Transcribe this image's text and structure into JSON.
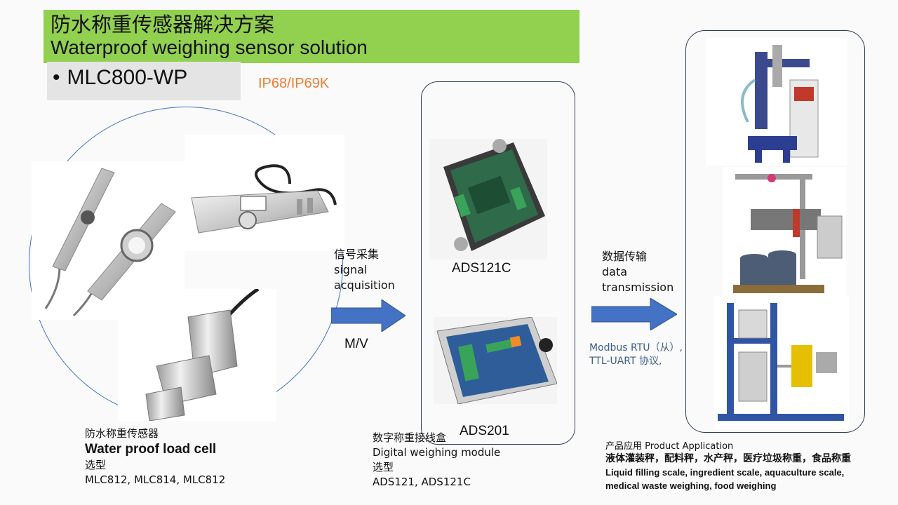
{
  "title": {
    "cn": "防水称重传感器解决方案",
    "en": "Waterproof weighing sensor solution"
  },
  "model": {
    "bullet": "•",
    "name": "MLC800-WP"
  },
  "ip_rating": "IP68/IP69K",
  "sensor_caption": {
    "cn": "防水称重传感器",
    "en": "Water proof load cell",
    "select_label": "选型",
    "models": "MLC812, MLC814, MLC812"
  },
  "signal": {
    "cn": "信号采集",
    "en1": "signal",
    "en2": "acquisition",
    "unit": "M/V"
  },
  "modules": {
    "top_label": "ADS121C",
    "bottom_label": "ADS201"
  },
  "module_caption": {
    "cn": "数字称重接线盒",
    "en": "Digital weighing module",
    "select_label": "选型",
    "models": "ADS121, ADS121C"
  },
  "transmission": {
    "cn": "数据传输",
    "en1": "data",
    "en2": "transmission",
    "protocol1": "Modbus RTU（从）,",
    "protocol2": "TTL-UART 协议,"
  },
  "application": {
    "title": "产品应用 Product Application",
    "cn": "液体灌装秤，配料秤，水产秤，医疗垃圾称重，食品称重",
    "en1": "Liquid filling scale, ingredient scale, aquaculture scale,",
    "en2": "medical waste weighing, food weighing"
  },
  "colors": {
    "banner": "#92d050",
    "accent_orange": "#ed7d31",
    "arrow_blue": "#4472c4"
  }
}
